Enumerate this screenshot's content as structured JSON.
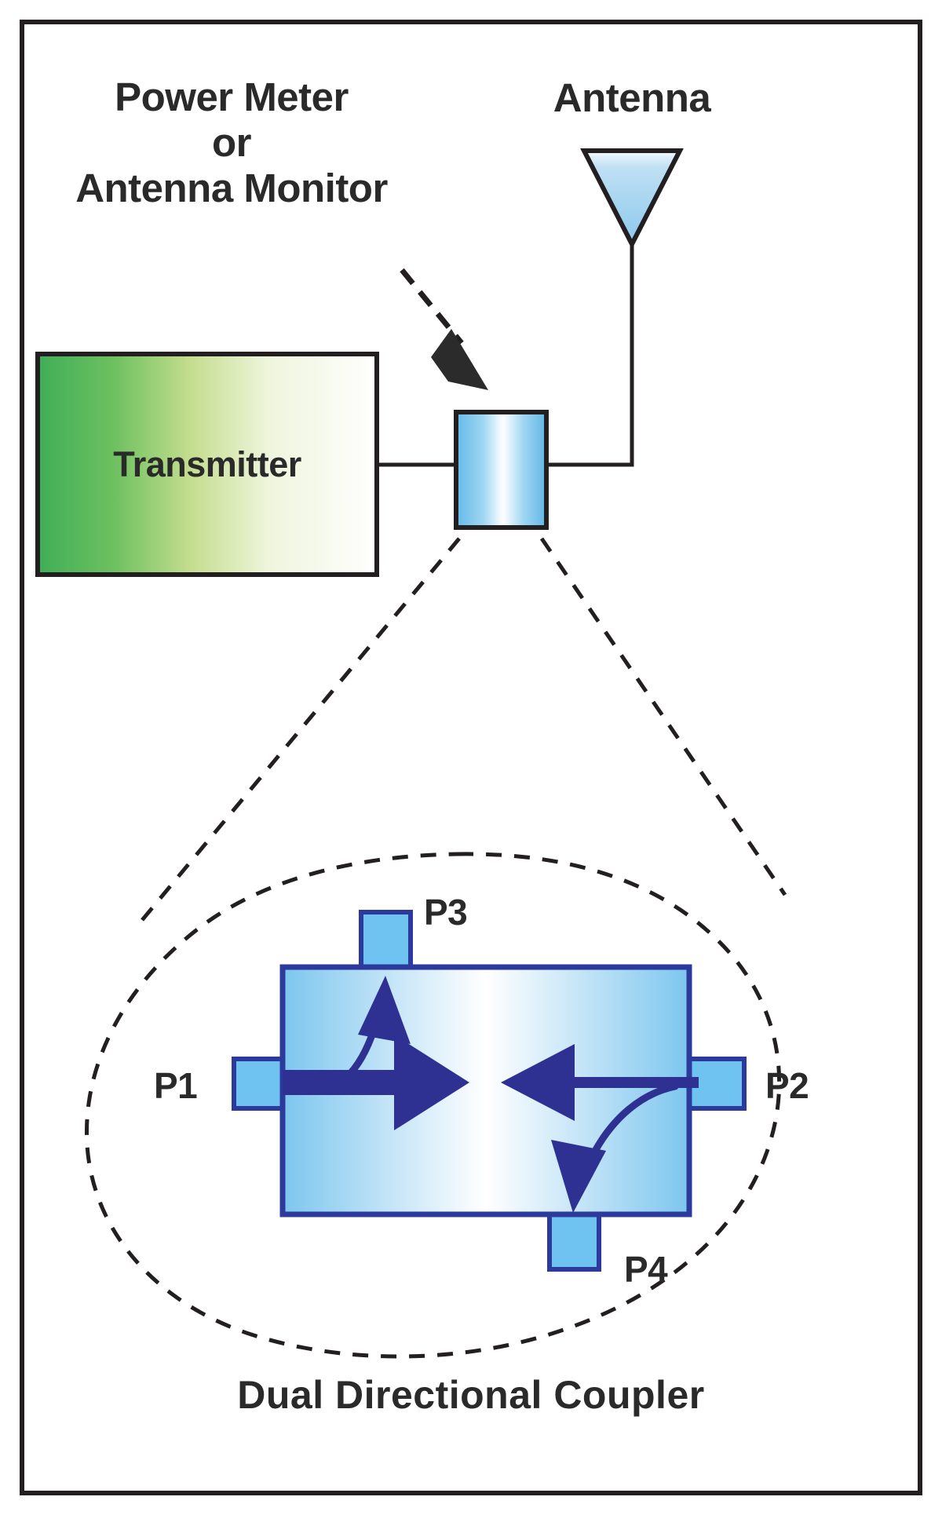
{
  "figure": {
    "title_caption": "Dual Directional Coupler",
    "background_color": "#ffffff",
    "border_color": "#231f20"
  },
  "top_system": {
    "monitor_label_line1": "Power Meter",
    "monitor_label_line2": "or",
    "monitor_label_line3": "Antenna Monitor",
    "antenna_label": "Antenna",
    "transmitter_label": "Transmitter",
    "pointer_icon": "arrow-down-right-icon"
  },
  "coupler": {
    "ports": [
      {
        "id": "P1",
        "label": "P1",
        "side": "left"
      },
      {
        "id": "P2",
        "label": "P2",
        "side": "right"
      },
      {
        "id": "P3",
        "label": "P3",
        "side": "top"
      },
      {
        "id": "P4",
        "label": "P4",
        "side": "bottom"
      }
    ],
    "flows": [
      {
        "name": "forward-main-arrow",
        "from": "P1",
        "to": "P2",
        "icon": "arrow-right-thick-icon"
      },
      {
        "name": "forward-coupled-arrow",
        "from": "P1",
        "to": "P3",
        "icon": "curved-arrow-up-icon"
      },
      {
        "name": "reverse-main-arrow",
        "from": "P2",
        "to": "P1",
        "icon": "arrow-left-icon"
      },
      {
        "name": "reverse-coupled-arrow",
        "from": "P2",
        "to": "P4",
        "icon": "curved-arrow-down-icon"
      }
    ]
  },
  "colors": {
    "arrow_blue": "#2e3192",
    "port_fill": "#6fc3f0",
    "coupler_border": "#2b3a9c",
    "transmitter_green": "#4bb55c",
    "antenna_blue": "#a8d8f0",
    "callout_dash": "#231f20"
  }
}
